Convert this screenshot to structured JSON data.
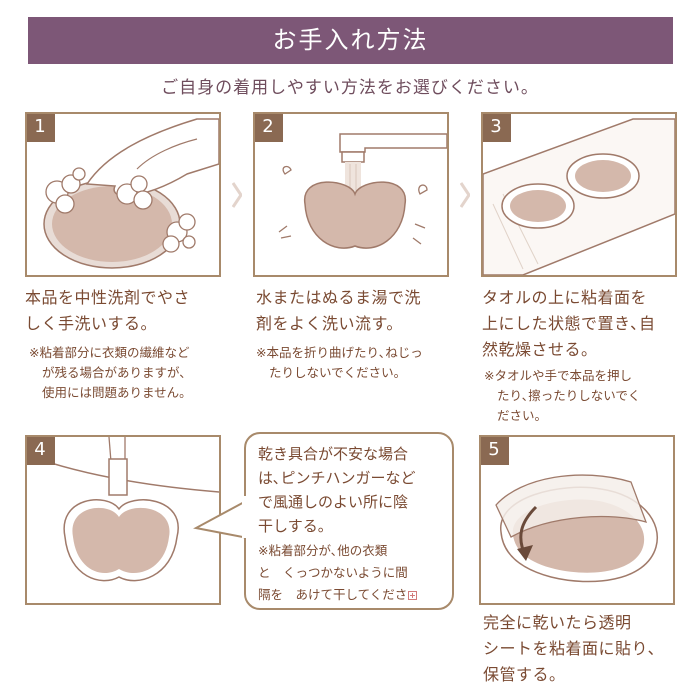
{
  "header": {
    "title": "お手入れ方法",
    "subtitle": "ご自身の着用しやすい方法をお選びください。"
  },
  "colors": {
    "title_bar": "#7d5777",
    "text": "#7a4a32",
    "border": "#a88a6b",
    "step_badge": "#8a6952",
    "product": "#d4b8ab"
  },
  "steps": [
    {
      "number": "1",
      "illustration": "washing-hands-icon",
      "description": [
        "本品を中性洗剤でやさ",
        "しく手洗いする。"
      ],
      "notes": [
        "※粘着部分に衣類の繊維など",
        "が残る場合がありますが、",
        "使用には問題ありません。"
      ]
    },
    {
      "number": "2",
      "illustration": "faucet-rinse-icon",
      "description": [
        "水またはぬるま湯で洗",
        "剤をよく洗い流す。"
      ],
      "notes": [
        "※本品を折り曲げたり､ねじっ",
        "たりしないでください。"
      ]
    },
    {
      "number": "3",
      "illustration": "towel-dry-icon",
      "description": [
        "タオルの上に粘着面を",
        "上にした状態で置き､自",
        "然乾燥させる。"
      ],
      "notes": [
        "※タオルや手で本品を押し",
        "たり､擦ったりしないでく",
        "ださい。"
      ]
    },
    {
      "number": "4",
      "illustration": "pinch-hanger-icon"
    },
    {
      "number": "5",
      "illustration": "apply-sheet-icon",
      "description": [
        "完全に乾いたら透明",
        "シートを粘着面に貼り､",
        "保管する。"
      ]
    }
  ],
  "bubble": {
    "main": [
      "乾き具合が不安な場合",
      "は､ピンチハンガーなど",
      "で風通しのよい所に陰",
      "干しする。"
    ],
    "notes": [
      "※粘着部分が､他の衣類",
      "と　くっつかないように間",
      "隔を　あけて干してくださ"
    ]
  }
}
